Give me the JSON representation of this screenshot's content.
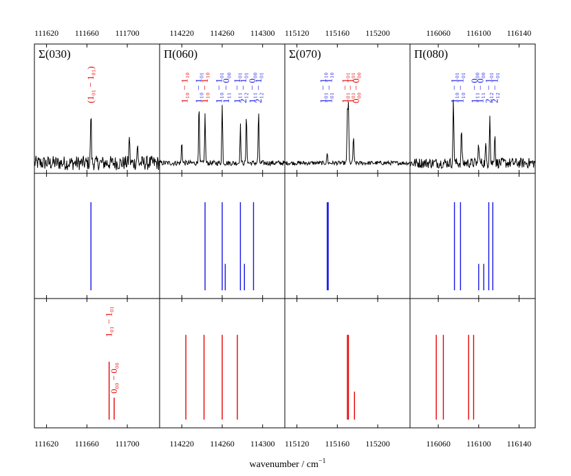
{
  "xlabel": "wavenumber / cm",
  "xlabel_sup": "−1",
  "colors": {
    "frame": "#000000",
    "spectrum": "#000000",
    "blue": "#1414e6",
    "red": "#e60000"
  },
  "chart_data": [
    {
      "type": "line",
      "panel": "Σ(030)",
      "xlim": [
        111608,
        111732
      ],
      "ticks": [
        111620,
        111660,
        111700
      ],
      "tick_labels": [
        "111620",
        "111660",
        "111700"
      ],
      "spectrum_peaks": [
        {
          "x": 111664,
          "y": 0.5
        },
        {
          "x": 111702,
          "y": 0.28
        },
        {
          "x": 111710,
          "y": 0.18
        }
      ],
      "noise_level": 0.07,
      "annotations": [
        {
          "text": "(1₀₁ − 1₀₁)",
          "color": "red",
          "x": 111664
        }
      ],
      "blue_sticks": [
        {
          "x": 111664,
          "y": 1.0
        }
      ],
      "red_sticks": [
        {
          "x": 111682,
          "y": 0.58
        },
        {
          "x": 111687,
          "y": 0.22
        }
      ],
      "red_stick_labels": [
        {
          "text": "1₀₁ − 1₀₁",
          "x": 111682
        },
        {
          "text": "0₀₀ − 0₀₀",
          "x": 111687
        }
      ]
    },
    {
      "type": "line",
      "panel": "Π(060)",
      "xlim": [
        114198,
        114322
      ],
      "ticks": [
        114220,
        114260,
        114300
      ],
      "tick_labels": [
        "114220",
        "114260",
        "114300"
      ],
      "spectrum_peaks": [
        {
          "x": 114220,
          "y": 0.21
        },
        {
          "x": 114237,
          "y": 0.58
        },
        {
          "x": 114243,
          "y": 0.47
        },
        {
          "x": 114260,
          "y": 0.56
        },
        {
          "x": 114278,
          "y": 0.37
        },
        {
          "x": 114284,
          "y": 0.47
        },
        {
          "x": 114296,
          "y": 0.5
        }
      ],
      "noise_level": 0.025,
      "annotations": [
        {
          "text": "1₁₀ − 1₁₀",
          "color": "red",
          "x": 114223
        },
        {
          "text": "1₁₀ − 1₀₁",
          "color": "blue",
          "x": 114237
        },
        {
          "text": "1₁₀ − 1₁₀",
          "color": "red",
          "x": 114243
        },
        {
          "text": "1₁₀ − 1₀₁",
          "color": "blue",
          "x": 114257
        },
        {
          "text": "1₁₁ − 0₀₀",
          "color": "blue",
          "x": 114264
        },
        {
          "text": "1₁₁ − 1₀₁",
          "color": "blue",
          "x": 114275
        },
        {
          "text": "2₁₂ − 1₀₁",
          "color": "blue",
          "x": 114281
        },
        {
          "text": "1₁₁ − 0₀₀",
          "color": "blue",
          "x": 114290
        },
        {
          "text": "2₁₂ − 1₀₁",
          "color": "blue",
          "x": 114296
        }
      ],
      "blue_sticks": [
        {
          "x": 114243,
          "y": 1.0
        },
        {
          "x": 114260,
          "y": 1.0
        },
        {
          "x": 114263,
          "y": 0.3
        },
        {
          "x": 114278,
          "y": 1.0
        },
        {
          "x": 114282,
          "y": 0.3
        },
        {
          "x": 114291,
          "y": 1.0
        }
      ],
      "red_sticks": [
        {
          "x": 114224,
          "y": 0.85
        },
        {
          "x": 114242,
          "y": 0.85
        },
        {
          "x": 114260,
          "y": 0.85
        },
        {
          "x": 114275,
          "y": 0.85
        }
      ],
      "red_stick_labels": []
    },
    {
      "type": "line",
      "panel": "Σ(070)",
      "xlim": [
        115108,
        115232
      ],
      "ticks": [
        115120,
        115160,
        115200
      ],
      "tick_labels": [
        "115120",
        "115160",
        "115200"
      ],
      "spectrum_peaks": [
        {
          "x": 115150,
          "y": 0.1
        },
        {
          "x": 115170,
          "y": 0.5
        },
        {
          "x": 115171,
          "y": 0.55
        },
        {
          "x": 115176,
          "y": 0.27
        }
      ],
      "noise_level": 0.02,
      "annotations": [
        {
          "text": "1₀₁ − 1₁₀",
          "color": "blue",
          "x": 115146
        },
        {
          "text": "1₀₁ − 1₁₀",
          "color": "blue",
          "x": 115152
        },
        {
          "text": "1₀₁ − 1₀₁",
          "color": "red",
          "x": 115168
        },
        {
          "text": "1₀₁ − 1₀₁",
          "color": "red",
          "x": 115173
        },
        {
          "text": "0₀₀ − 0₀₀",
          "color": "red",
          "x": 115179
        }
      ],
      "blue_sticks": [
        {
          "x": 115150,
          "y": 1.0
        },
        {
          "x": 115151,
          "y": 1.0
        }
      ],
      "red_sticks": [
        {
          "x": 115170,
          "y": 0.85
        },
        {
          "x": 115171,
          "y": 0.85
        },
        {
          "x": 115177,
          "y": 0.28
        }
      ],
      "red_stick_labels": []
    },
    {
      "type": "line",
      "panel": "Π(080)",
      "xlim": [
        116032,
        116156
      ],
      "ticks": [
        116060,
        116100,
        116140
      ],
      "tick_labels": [
        "116060",
        "116100",
        "116140"
      ],
      "spectrum_peaks": [
        {
          "x": 116075,
          "y": 0.64
        },
        {
          "x": 116083,
          "y": 0.34
        },
        {
          "x": 116100,
          "y": 0.21
        },
        {
          "x": 116107,
          "y": 0.18
        },
        {
          "x": 116111,
          "y": 0.5
        },
        {
          "x": 116116,
          "y": 0.32
        }
      ],
      "noise_level": 0.05,
      "annotations": [
        {
          "text": "1₁₀ − 1₀₁",
          "color": "blue",
          "x": 116076
        },
        {
          "text": "1₁₀ − 1₀₁",
          "color": "blue",
          "x": 116082
        },
        {
          "text": "1₁₁ − 0₀₀",
          "color": "blue",
          "x": 116096
        },
        {
          "text": "1₁₁ − 0₀₀",
          "color": "blue",
          "x": 116102
        },
        {
          "text": "2₁₂ − 1₀₁",
          "color": "blue",
          "x": 116110
        },
        {
          "text": "2₁₂ − 1₀₁",
          "color": "blue",
          "x": 116116
        }
      ],
      "blue_sticks": [
        {
          "x": 116076,
          "y": 1.0
        },
        {
          "x": 116082,
          "y": 1.0
        },
        {
          "x": 116100,
          "y": 0.3
        },
        {
          "x": 116105,
          "y": 0.3
        },
        {
          "x": 116110,
          "y": 1.0
        },
        {
          "x": 116114,
          "y": 1.0
        }
      ],
      "red_sticks": [
        {
          "x": 116058,
          "y": 0.85
        },
        {
          "x": 116065,
          "y": 0.85
        },
        {
          "x": 116090,
          "y": 0.85
        },
        {
          "x": 116095,
          "y": 0.85
        }
      ],
      "red_stick_labels": []
    }
  ]
}
